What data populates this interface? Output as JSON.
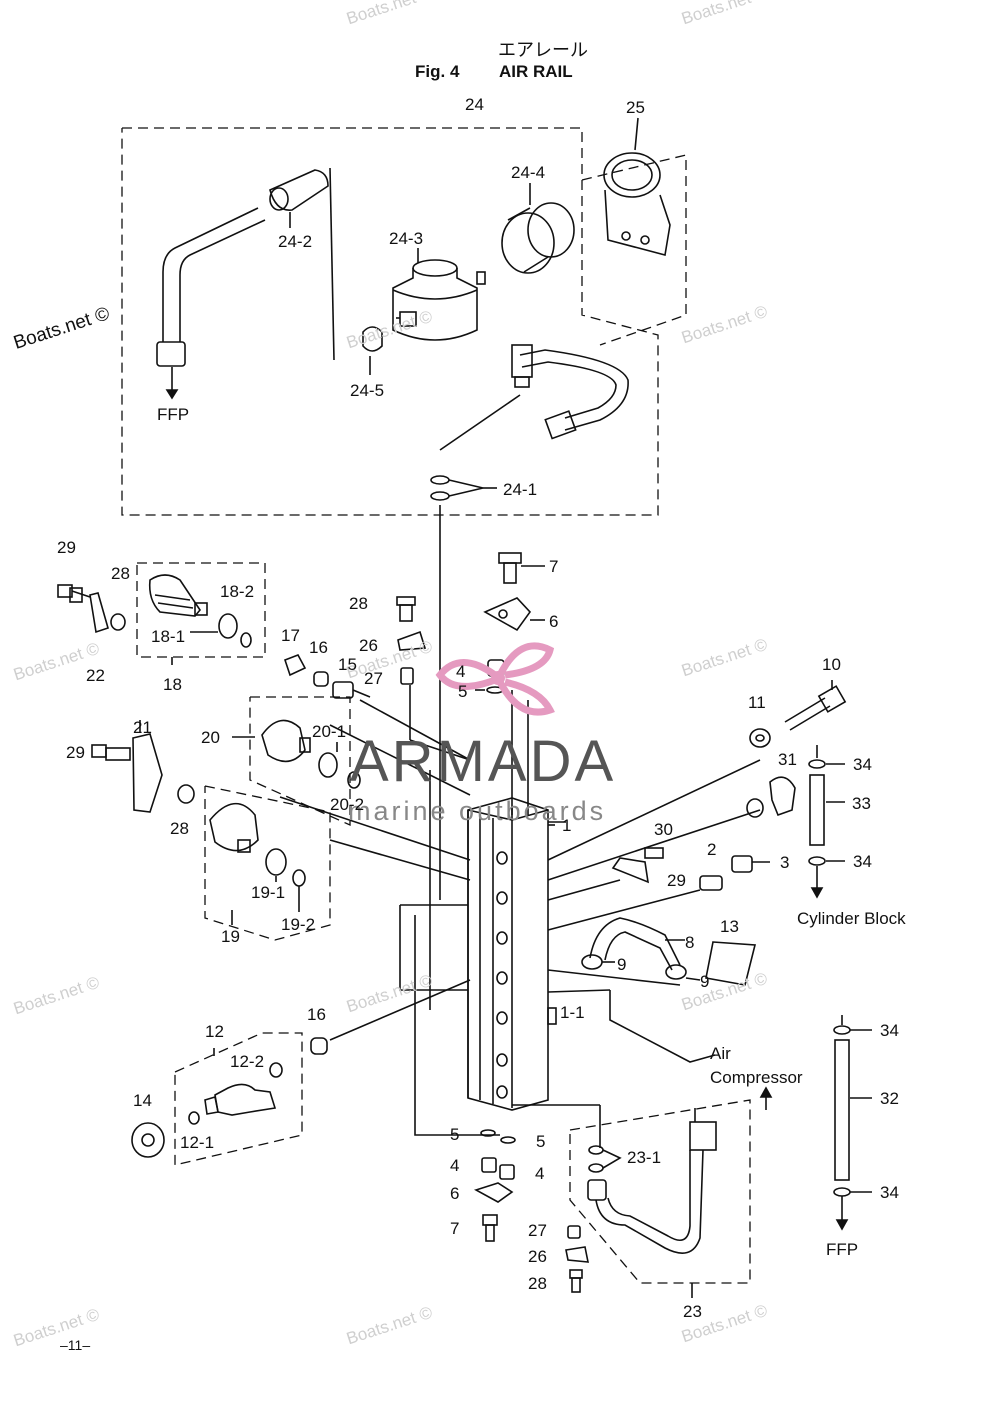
{
  "title": {
    "japanese": "エアレール",
    "figure": "Fig. 4",
    "name": "AIR RAIL"
  },
  "watermark": "Boats.net ©",
  "brand": {
    "name": "ARMADA",
    "sub": "marine outboards",
    "accent_color": "#e59ac0"
  },
  "labels": {
    "l24": "24",
    "l25": "25",
    "l24_2": "24-2",
    "l24_3": "24-3",
    "l24_4": "24-4",
    "l24_5": "24-5",
    "l24_1": "24-1",
    "ffp_top": "FFP",
    "l29a": "29",
    "l28a": "28",
    "l18_2": "18-2",
    "l18_1": "18-1",
    "l22": "22",
    "l18": "18",
    "l17": "17",
    "l16a": "16",
    "l15": "15",
    "l28b": "28",
    "l26a": "26",
    "l27a": "27",
    "l7a": "7",
    "l6a": "6",
    "l4a": "4",
    "l5a": "5",
    "l10": "10",
    "l11": "11",
    "l34a": "34",
    "l31": "31",
    "l33": "33",
    "l34b": "34",
    "l21": "21",
    "l29b": "29",
    "l20": "20",
    "l20_1": "20-1",
    "l20_2": "20-2",
    "l28c": "28",
    "l1": "1",
    "l30": "30",
    "l2": "2",
    "l3": "3",
    "l29c": "29",
    "cyl": "Cylinder Block",
    "l19_1": "19-1",
    "l19_2": "19-2",
    "l19": "19",
    "l13": "13",
    "l8": "8",
    "l9a": "9",
    "l9b": "9",
    "l1_1": "1-1",
    "l16b": "16",
    "l12": "12",
    "l12_2": "12-2",
    "l14": "14",
    "l12_1": "12-1",
    "l34c": "34",
    "air1": "Air",
    "air2": "Compressor",
    "l32": "32",
    "l5b": "5",
    "l5c": "5",
    "l23_1": "23-1",
    "l4b": "4",
    "l4c": "4",
    "l6b": "6",
    "l7b": "7",
    "l27b": "27",
    "l26b": "26",
    "l28d": "28",
    "l34d": "34",
    "ffp_bottom": "FFP",
    "l23": "23"
  },
  "page_number": "–11–"
}
